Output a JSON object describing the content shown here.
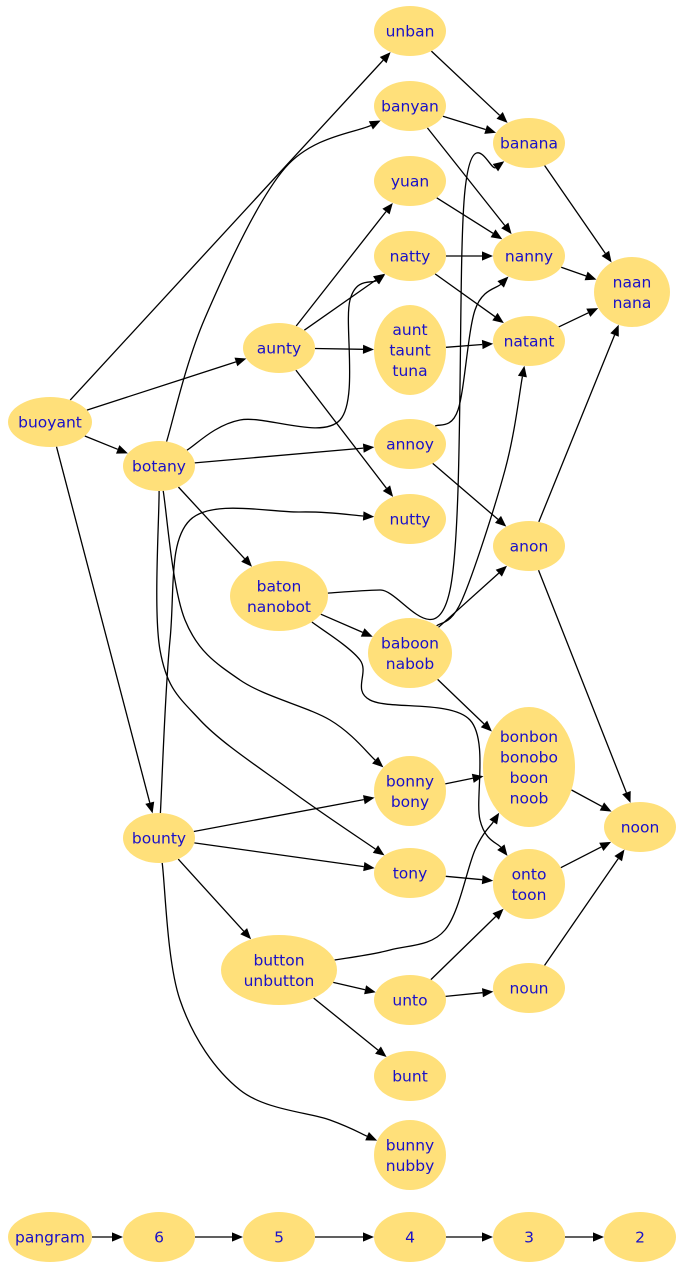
{
  "nodes": [
    {
      "id": "unban",
      "lines": [
        "unban"
      ]
    },
    {
      "id": "banyan",
      "lines": [
        "banyan"
      ]
    },
    {
      "id": "banana",
      "lines": [
        "banana"
      ]
    },
    {
      "id": "yuan",
      "lines": [
        "yuan"
      ]
    },
    {
      "id": "natty",
      "lines": [
        "natty"
      ]
    },
    {
      "id": "nanny",
      "lines": [
        "nanny"
      ]
    },
    {
      "id": "naan",
      "lines": [
        "naan",
        "nana"
      ]
    },
    {
      "id": "aunty",
      "lines": [
        "aunty"
      ]
    },
    {
      "id": "aunt",
      "lines": [
        "aunt",
        "taunt",
        "tuna"
      ]
    },
    {
      "id": "natant",
      "lines": [
        "natant"
      ]
    },
    {
      "id": "buoyant",
      "lines": [
        "buoyant"
      ]
    },
    {
      "id": "botany",
      "lines": [
        "botany"
      ]
    },
    {
      "id": "annoy",
      "lines": [
        "annoy"
      ]
    },
    {
      "id": "nutty",
      "lines": [
        "nutty"
      ]
    },
    {
      "id": "anon",
      "lines": [
        "anon"
      ]
    },
    {
      "id": "baton",
      "lines": [
        "baton",
        "nanobot"
      ]
    },
    {
      "id": "baboon",
      "lines": [
        "baboon",
        "nabob"
      ]
    },
    {
      "id": "bonbon",
      "lines": [
        "bonbon",
        "bonobo",
        "boon",
        "noob"
      ]
    },
    {
      "id": "bonny",
      "lines": [
        "bonny",
        "bony"
      ]
    },
    {
      "id": "noon",
      "lines": [
        "noon"
      ]
    },
    {
      "id": "bounty",
      "lines": [
        "bounty"
      ]
    },
    {
      "id": "tony",
      "lines": [
        "tony"
      ]
    },
    {
      "id": "onto",
      "lines": [
        "onto",
        "toon"
      ]
    },
    {
      "id": "button",
      "lines": [
        "button",
        "unbutton"
      ]
    },
    {
      "id": "unto",
      "lines": [
        "unto"
      ]
    },
    {
      "id": "noun",
      "lines": [
        "noun"
      ]
    },
    {
      "id": "bunt",
      "lines": [
        "bunt"
      ]
    },
    {
      "id": "bunny",
      "lines": [
        "bunny",
        "nubby"
      ]
    },
    {
      "id": "pangram",
      "lines": [
        "pangram"
      ]
    },
    {
      "id": "l6",
      "lines": [
        "6"
      ]
    },
    {
      "id": "l5",
      "lines": [
        "5"
      ]
    },
    {
      "id": "l4",
      "lines": [
        "4"
      ]
    },
    {
      "id": "l3",
      "lines": [
        "3"
      ]
    },
    {
      "id": "l2",
      "lines": [
        "2"
      ]
    }
  ],
  "edges": [
    [
      "unban",
      "banana"
    ],
    [
      "banyan",
      "banana"
    ],
    [
      "banyan",
      "nanny"
    ],
    [
      "banana",
      "naan"
    ],
    [
      "yuan",
      "nanny"
    ],
    [
      "natty",
      "nanny"
    ],
    [
      "natty",
      "natant"
    ],
    [
      "nanny",
      "naan"
    ],
    [
      "natant",
      "naan"
    ],
    [
      "aunty",
      "yuan"
    ],
    [
      "aunty",
      "natty"
    ],
    [
      "aunty",
      "aunt"
    ],
    [
      "aunty",
      "nutty"
    ],
    [
      "aunt",
      "natant"
    ],
    [
      "buoyant",
      "unban"
    ],
    [
      "buoyant",
      "aunty"
    ],
    [
      "buoyant",
      "botany"
    ],
    [
      "buoyant",
      "bounty"
    ],
    [
      "botany",
      "banyan"
    ],
    [
      "botany",
      "natty"
    ],
    [
      "botany",
      "annoy"
    ],
    [
      "botany",
      "baton"
    ],
    [
      "botany",
      "bonny"
    ],
    [
      "botany",
      "tony"
    ],
    [
      "annoy",
      "nanny"
    ],
    [
      "annoy",
      "anon"
    ],
    [
      "anon",
      "naan"
    ],
    [
      "anon",
      "noon"
    ],
    [
      "baton",
      "banana"
    ],
    [
      "baton",
      "baboon"
    ],
    [
      "baton",
      "onto"
    ],
    [
      "baboon",
      "natant"
    ],
    [
      "baboon",
      "anon"
    ],
    [
      "baboon",
      "bonbon"
    ],
    [
      "bonbon",
      "noon"
    ],
    [
      "bonny",
      "bonbon"
    ],
    [
      "bounty",
      "nutty"
    ],
    [
      "bounty",
      "bonny"
    ],
    [
      "bounty",
      "tony"
    ],
    [
      "bounty",
      "button"
    ],
    [
      "bounty",
      "bunny"
    ],
    [
      "tony",
      "onto"
    ],
    [
      "onto",
      "noon"
    ],
    [
      "button",
      "bonbon"
    ],
    [
      "button",
      "unto"
    ],
    [
      "button",
      "bunt"
    ],
    [
      "unto",
      "onto"
    ],
    [
      "unto",
      "noun"
    ],
    [
      "noun",
      "noon"
    ],
    [
      "pangram",
      "l6"
    ],
    [
      "l6",
      "l5"
    ],
    [
      "l5",
      "l4"
    ],
    [
      "l4",
      "l3"
    ],
    [
      "l3",
      "l2"
    ]
  ]
}
